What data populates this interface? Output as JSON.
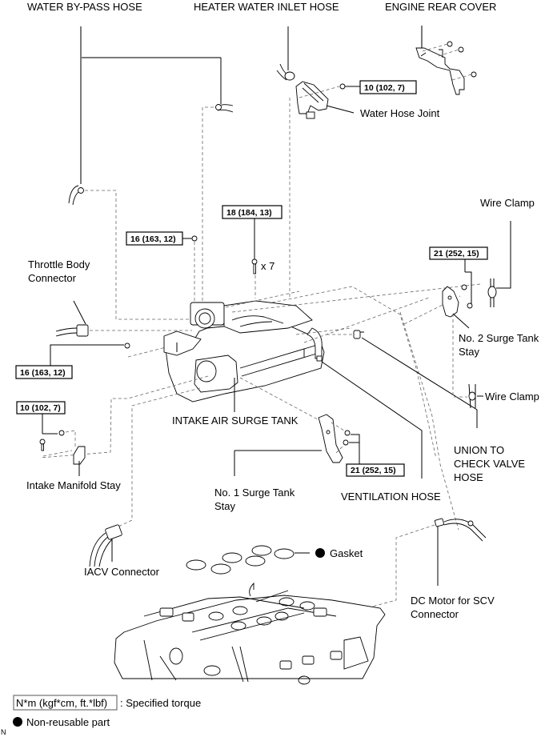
{
  "labels": {
    "water_bypass_hose": "WATER BY-PASS HOSE",
    "heater_water_inlet_hose": "HEATER WATER INLET HOSE",
    "engine_rear_cover": "ENGINE REAR COVER",
    "water_hose_joint": "Water Hose Joint",
    "wire_clamp_upper": "Wire Clamp",
    "throttle_body_connector_1": "Throttle Body",
    "throttle_body_connector_2": "Connector",
    "no2_surge_tank_stay_1": "No. 2 Surge Tank",
    "no2_surge_tank_stay_2": "Stay",
    "wire_clamp_lower": "Wire Clamp",
    "intake_air_surge_tank": "INTAKE AIR SURGE TANK",
    "union_check_valve_1": "UNION TO",
    "union_check_valve_2": "CHECK VALVE",
    "union_check_valve_3": "HOSE",
    "intake_manifold_stay": "Intake Manifold Stay",
    "no1_surge_tank_stay_1": "No. 1 Surge Tank",
    "no1_surge_tank_stay_2": "Stay",
    "ventilation_hose": "VENTILATION HOSE",
    "gasket": "Gasket",
    "iacv_connector": "IACV Connector",
    "dc_motor_scv_1": "DC Motor for SCV",
    "dc_motor_scv_2": "Connector",
    "bolt_qty": "x 7"
  },
  "torques": {
    "water_hose_joint": "10 (102, 7)",
    "surge_tank_bolts": "18 (184, 13)",
    "upper_nut": "16 (163, 12)",
    "lower_nut": "16 (163, 12)",
    "no2_stay": "21 (252, 15)",
    "intake_manifold_stay": "10 (102, 7)",
    "no1_stay": "21 (252, 15)"
  },
  "legend": {
    "torque_unit": "N*m (kgf*cm, ft.*lbf)",
    "torque_desc": ": Specified torque",
    "non_reusable": "Non-reusable part"
  },
  "corner_mark": "N"
}
